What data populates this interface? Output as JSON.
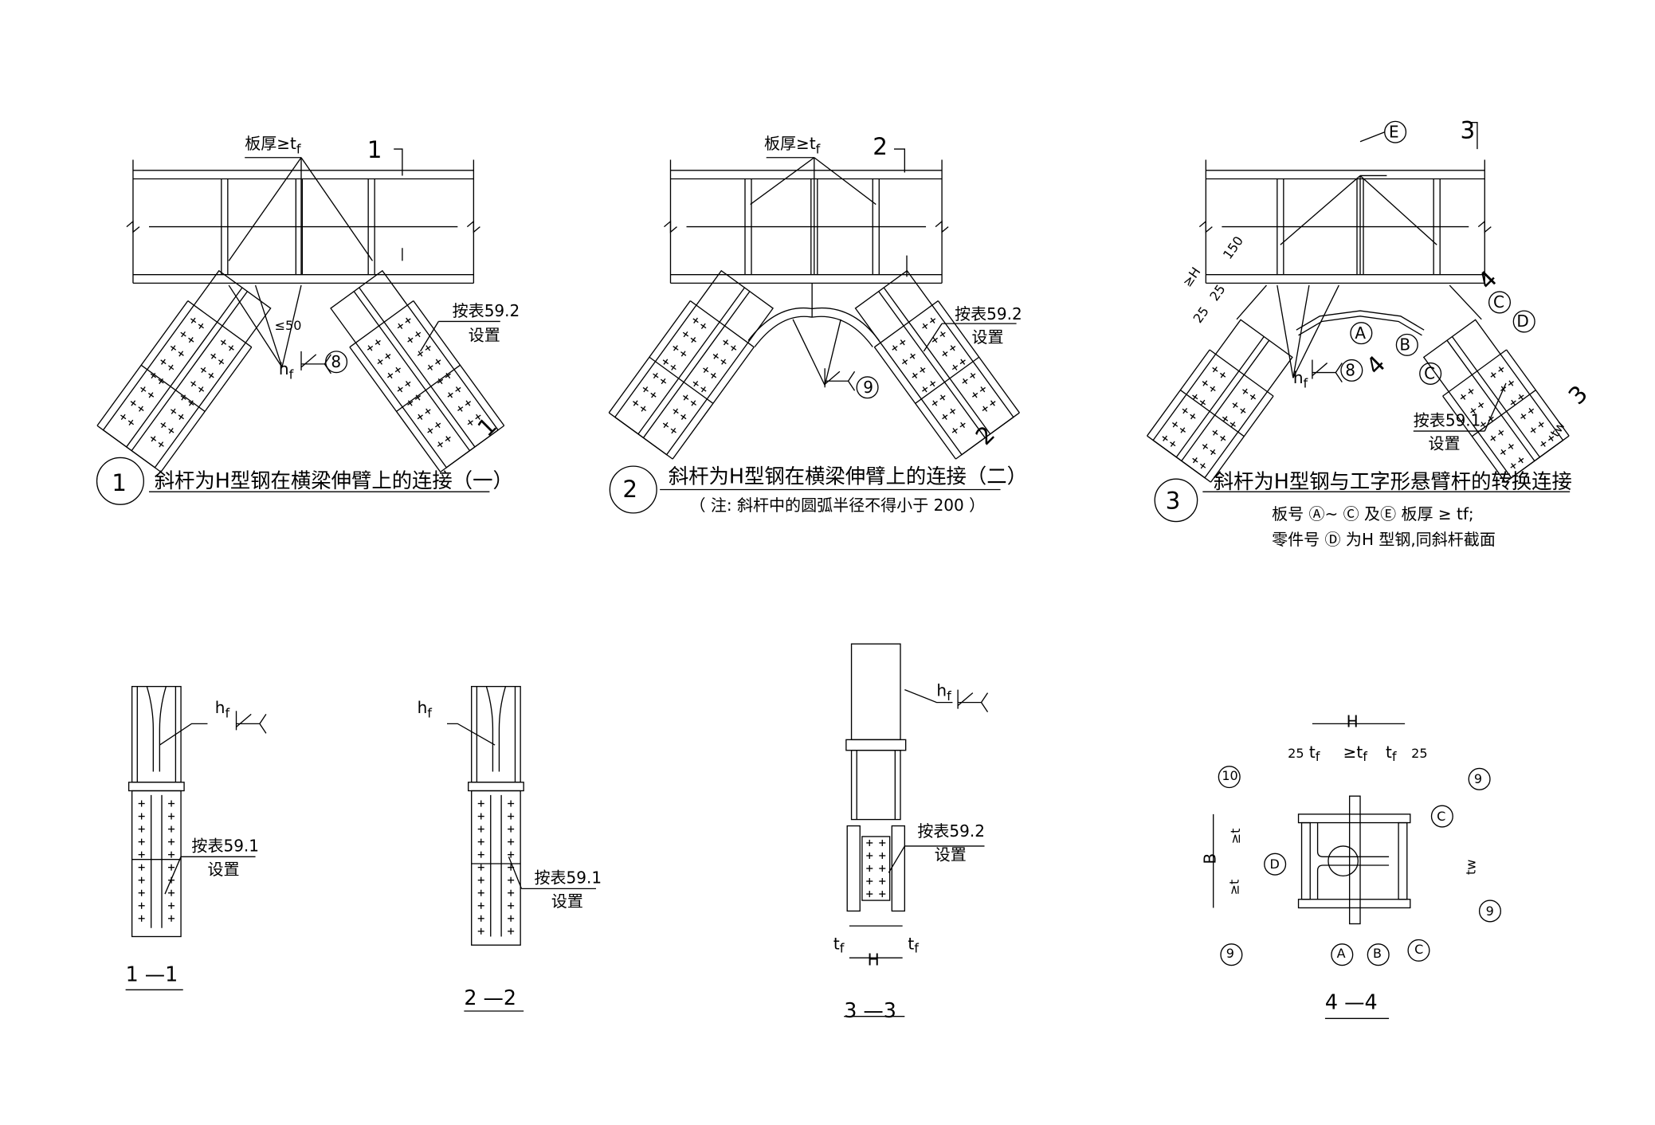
{
  "details": [
    {
      "number": "1",
      "title": "斜杆为H型钢在横梁伸臂上的连接（一）",
      "plate_label": {
        "main": "板厚≥t",
        "sub": "f"
      },
      "section_mark": "1",
      "gap_label": "≤50",
      "bolt_note": [
        "按表59.2",
        "设置"
      ],
      "weld_label": {
        "main": "h",
        "sub": "f"
      },
      "weld_ref": "8"
    },
    {
      "number": "2",
      "title": "斜杆为H型钢在横梁伸臂上的连接（二）",
      "note": "（ 注: 斜杆中的圆弧半径不得小于 200 ）",
      "plate_label": {
        "main": "板厚≥t",
        "sub": "f"
      },
      "section_mark": "2",
      "bolt_note": [
        "按表59.2",
        "设置"
      ],
      "weld_ref": "9"
    },
    {
      "number": "3",
      "title": "斜杆为H型钢与工字形悬臂杆的转换连接",
      "notes": [
        "板号 Ⓐ~ Ⓒ 及Ⓔ 板厚 ≥ tf;",
        "零件号 Ⓓ 为H 型钢,同斜杆截面"
      ],
      "section_mark": "3",
      "section_mark_4": "4",
      "dims": [
        "150",
        "25",
        "25",
        "≥H"
      ],
      "parts": [
        "E",
        "A",
        "B",
        "C",
        "C",
        "D"
      ],
      "weld_label": {
        "main": "h",
        "sub": "f"
      },
      "weld_ref": "8",
      "bolt_note": [
        "按表59.1",
        "设置"
      ],
      "tw_label": "tw"
    }
  ],
  "sections": [
    {
      "title": "1 —1",
      "weld": {
        "main": "h",
        "sub": "f"
      },
      "bolt_note": [
        "按表59.1",
        "设置"
      ]
    },
    {
      "title": "2 —2",
      "weld": {
        "main": "h",
        "sub": "f"
      },
      "bolt_note": [
        "按表59.1",
        "设置"
      ]
    },
    {
      "title": "3 —3",
      "weld": {
        "main": "h",
        "sub": "f"
      },
      "bolt_note": [
        "按表59.2",
        "设置"
      ],
      "dims": {
        "tf": "t",
        "sub": "f",
        "H": "H"
      }
    },
    {
      "title": "4 —4",
      "dims": {
        "H": "H",
        "a": "25",
        "b": "25",
        "tf": "t",
        "sub": "f",
        "gtf": "≥t",
        "B": "B",
        "tw": "tw"
      },
      "parts": [
        "10",
        "9",
        "C",
        "D",
        "9",
        "9",
        "A",
        "B",
        "C"
      ]
    }
  ]
}
